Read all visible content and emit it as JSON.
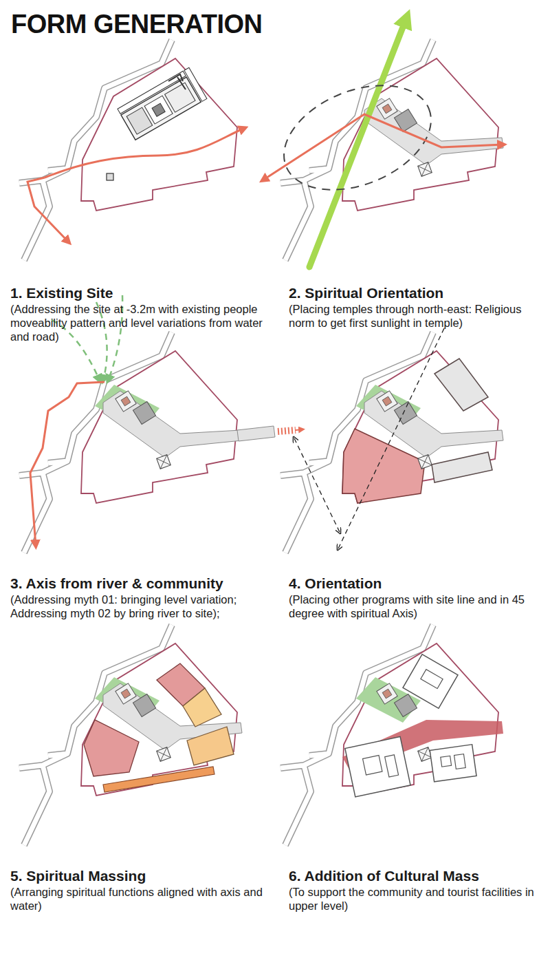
{
  "diagram": {
    "title": "FORM GENERATION",
    "nodes": [
      {
        "text": [
          "1. Existing Site",
          "(Addressing the site at -3.2m with existing people moveability pattern and level variations from water and road)"
        ]
      },
      {
        "text": [
          "2. Spiritual Orientation",
          "(Placing temples through north-east: Religious norm to get first sunlight in temple)"
        ]
      },
      {
        "text": [
          "3. Axis from river & community",
          "(Addressing myth 01: bringing level variation; Addressing myth 02 by bring river to site);"
        ]
      },
      {
        "text": [
          "4. Orientation",
          "(Placing other programs with site line and in 45 degree with spiritual Axis)"
        ]
      },
      {
        "text": [
          "5. Spiritual Massing",
          "(Arranging spiritual functions aligned with axis and water)"
        ]
      },
      {
        "text": [
          "6. Addition of Cultural Mass",
          "(To support the community and tourist facilities in upper level)"
        ]
      }
    ]
  }
}
